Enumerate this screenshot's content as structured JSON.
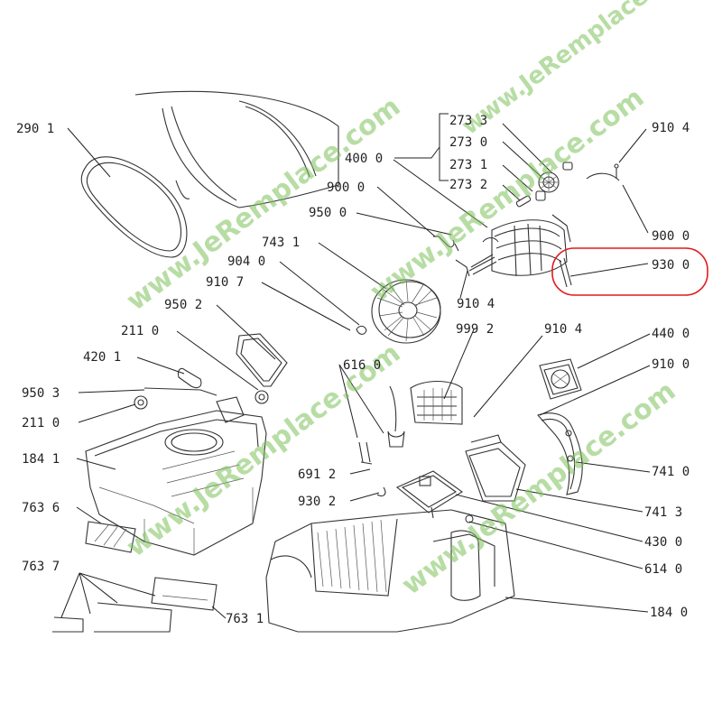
{
  "watermark": "www.JeRemplace.com",
  "highlight_color": "#e01b1b",
  "watermark_color": "#7cc15a",
  "labels": {
    "l2901": "290 1",
    "l2733": "273 3",
    "l2730": "273 0",
    "l2731": "273 1",
    "l2732": "273 2",
    "l4000": "400 0",
    "l9104a": "910 4",
    "l9000a": "900 0",
    "l9500": "950 0",
    "l9000b": "900 0",
    "l7431": "743 1",
    "l9040": "904 0",
    "l9107": "910 7",
    "l9104b": "910 4",
    "l9300": "930 0",
    "l9502": "950 2",
    "l2110a": "211 0",
    "l4201": "420 1",
    "l9503": "950 3",
    "l2110b": "211 0",
    "l6160": "616 0",
    "l9992": "999 2",
    "l9104c": "910 4",
    "l4400": "440 0",
    "l9100": "910 0",
    "l1841": "184 1",
    "l6912": "691 2",
    "l9302": "930 2",
    "l7410": "741 0",
    "l7413": "741 3",
    "l7636": "763 6",
    "l4300": "430 0",
    "l7637": "763 7",
    "l6140": "614 0",
    "l7631": "763 1",
    "l1840": "184 0"
  }
}
